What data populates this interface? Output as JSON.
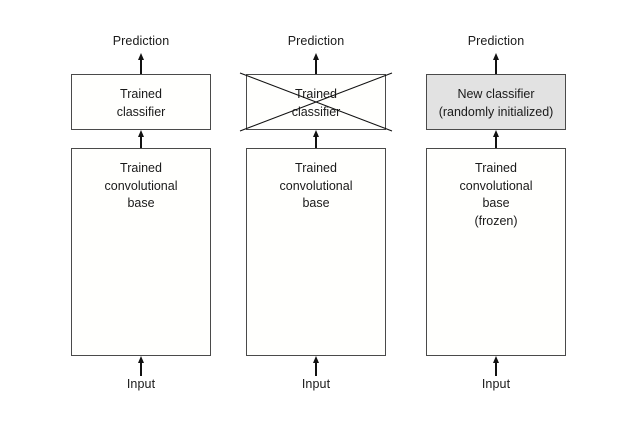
{
  "figure": {
    "background_color": "#ffffff",
    "box_border_color": "#4a4a4a",
    "box_fill_default": "#fffffd",
    "box_fill_highlight": "#e2e2e2",
    "arrow_color": "#111111",
    "strike_color": "#111111"
  },
  "columns": [
    {
      "id": "column-1",
      "top_label": "Prediction",
      "bottom_label": "Input",
      "classifier": {
        "lines": [
          "Trained",
          "classifier"
        ],
        "filled": false,
        "struck_out": false
      },
      "base": {
        "lines": [
          "Trained",
          "convolutional",
          "base"
        ],
        "filled": false
      }
    },
    {
      "id": "column-2",
      "top_label": "Prediction",
      "bottom_label": "Input",
      "classifier": {
        "lines": [
          "Trained",
          "classifier"
        ],
        "filled": false,
        "struck_out": true
      },
      "base": {
        "lines": [
          "Trained",
          "convolutional",
          "base"
        ],
        "filled": false
      }
    },
    {
      "id": "column-3",
      "top_label": "Prediction",
      "bottom_label": "Input",
      "classifier": {
        "lines": [
          "New classifier",
          "(randomly initialized)"
        ],
        "filled": true,
        "struck_out": false
      },
      "base": {
        "lines": [
          "Trained",
          "convolutional",
          "base",
          "(frozen)"
        ],
        "filled": false
      }
    }
  ]
}
